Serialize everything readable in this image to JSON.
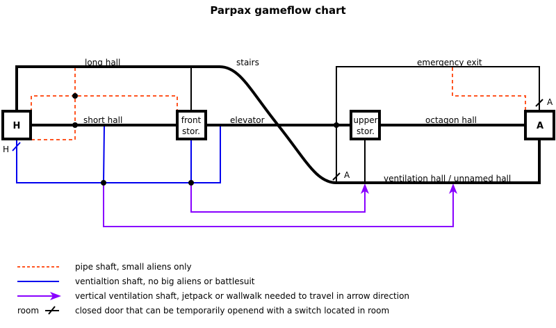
{
  "title": "Parpax gameflow chart",
  "colors": {
    "corridor": "#000000",
    "pipe_shaft": "#ff5522",
    "ventilation_shaft": "#0000ee",
    "vertical_shaft": "#8800ff"
  },
  "rooms": {
    "H": "H",
    "front_stor_line1": "front",
    "front_stor_line2": "stor.",
    "upper_stor_line1": "upper",
    "upper_stor_line2": "stor.",
    "A": "A"
  },
  "halls": {
    "long_hall": "long hall",
    "stairs": "stairs",
    "short_hall": "short hall",
    "elevator": "elevator",
    "emergency_exit": "emergency exit",
    "octagon_hall": "octagon hall",
    "ventilation_hall": "ventilation hall / unnamed hall"
  },
  "doors": {
    "door_H": "H",
    "door_A_top": "A",
    "door_A_bottom": "A"
  },
  "legend": [
    {
      "symbol": "dashed-orange-line",
      "text": "pipe shaft, small aliens only"
    },
    {
      "symbol": "blue-line",
      "text": "ventialtion shaft, no big aliens or battlesuit"
    },
    {
      "symbol": "purple-arrow",
      "text": "vertical ventilation shaft, jetpack or wallwalk needed to travel in arrow direction"
    },
    {
      "symbol": "door-symbol",
      "prefix": "room",
      "text": "closed door that can be temporarily openend with a switch located in room"
    }
  ]
}
